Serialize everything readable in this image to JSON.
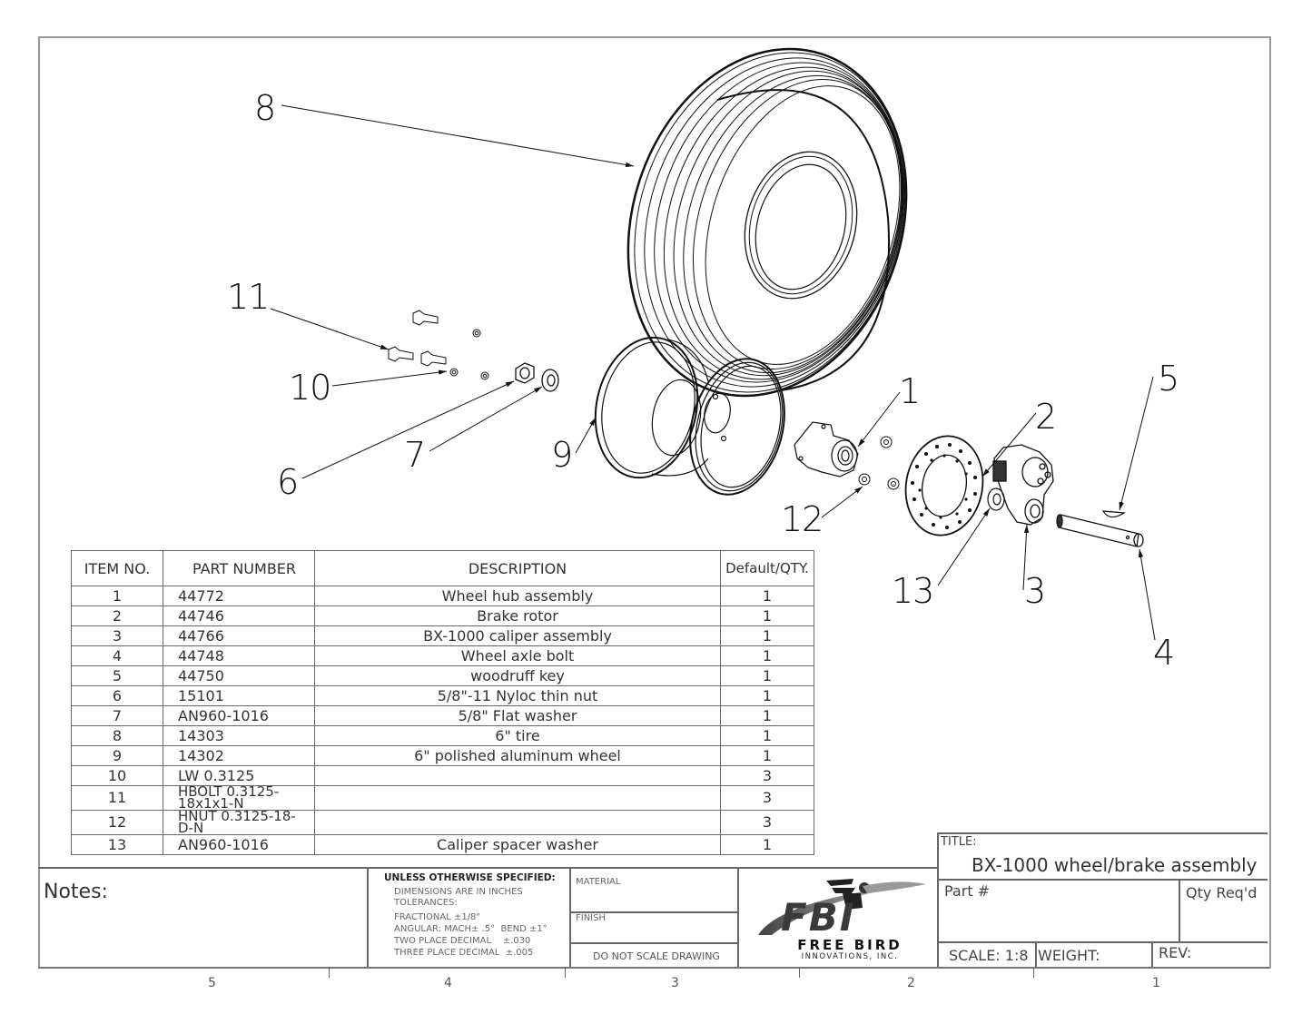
{
  "drawing": {
    "title_label": "TITLE:",
    "title": "BX-1000 wheel/brake assembly",
    "part_label": "Part #",
    "qty_label": "Qty Req'd",
    "scale": "SCALE: 1:8",
    "weight_label": "WEIGHT:",
    "rev_label": "REV:",
    "notes_label": "Notes:",
    "material_label": "MATERIAL",
    "finish_label": "FINISH",
    "do_not_scale": "DO NOT SCALE DRAWING",
    "tolerances": {
      "heading": "UNLESS OTHERWISE SPECIFIED:",
      "lines": [
        "DIMENSIONS ARE IN INCHES",
        "TOLERANCES:",
        "FRACTIONAL ±1/8\"",
        "ANGULAR: MACH± .5°  BEND ±1°",
        "TWO PLACE DECIMAL    ±.030",
        "THREE PLACE DECIMAL  ±.005"
      ]
    },
    "logo": {
      "mark": "FBI",
      "name": "FREE BIRD",
      "subname": "INNOVATIONS, INC."
    },
    "zones": [
      "5",
      "4",
      "3",
      "2",
      "1"
    ]
  },
  "callouts": [
    "1",
    "2",
    "3",
    "4",
    "5",
    "6",
    "7",
    "8",
    "9",
    "10",
    "11",
    "12",
    "13"
  ],
  "bom": {
    "headers": [
      "ITEM NO.",
      "PART NUMBER",
      "DESCRIPTION",
      "Default/QTY."
    ],
    "rows": [
      {
        "item": "1",
        "part": "44772",
        "desc": "Wheel hub assembly",
        "qty": "1"
      },
      {
        "item": "2",
        "part": "44746",
        "desc": "Brake rotor",
        "qty": "1"
      },
      {
        "item": "3",
        "part": "44766",
        "desc": "BX-1000 caliper assembly",
        "qty": "1"
      },
      {
        "item": "4",
        "part": "44748",
        "desc": "Wheel axle bolt",
        "qty": "1"
      },
      {
        "item": "5",
        "part": "44750",
        "desc": "woodruff key",
        "qty": "1"
      },
      {
        "item": "6",
        "part": "15101",
        "desc": "5/8\"-11 Nyloc thin nut",
        "qty": "1"
      },
      {
        "item": "7",
        "part": "AN960-1016",
        "desc": "5/8\" Flat washer",
        "qty": "1"
      },
      {
        "item": "8",
        "part": "14303",
        "desc": "6\" tire",
        "qty": "1"
      },
      {
        "item": "9",
        "part": "14302",
        "desc": "6\" polished aluminum wheel",
        "qty": "1"
      },
      {
        "item": "10",
        "part": "LW 0.3125",
        "desc": "",
        "qty": "3"
      },
      {
        "item": "11",
        "part": "HBOLT 0.3125-18x1x1-N",
        "desc": "",
        "qty": "3"
      },
      {
        "item": "12",
        "part": "HNUT 0.3125-18-D-N",
        "desc": "",
        "qty": "3"
      },
      {
        "item": "13",
        "part": "AN960-1016",
        "desc": "Caliper spacer washer",
        "qty": "1"
      }
    ]
  }
}
